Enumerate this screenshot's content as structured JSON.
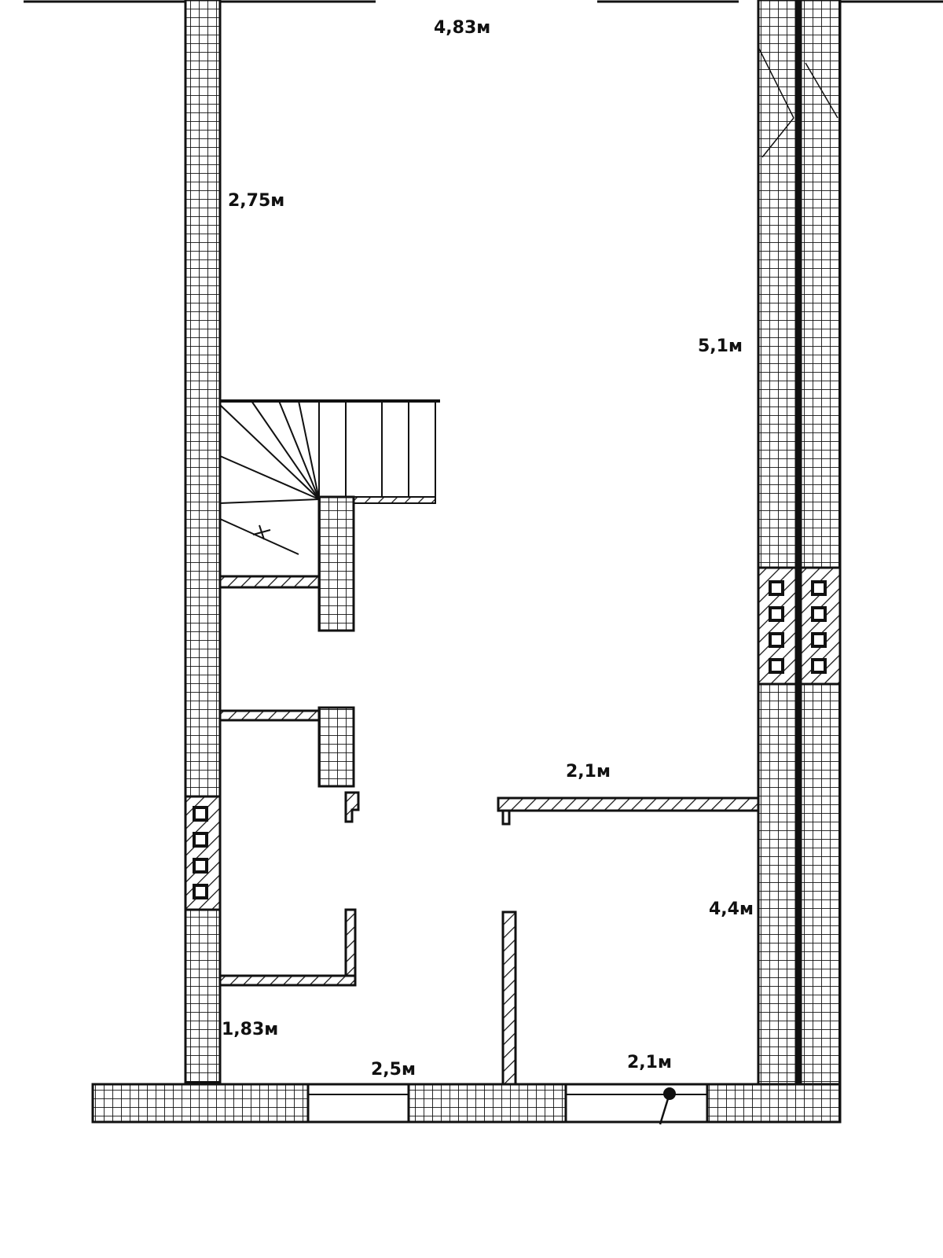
{
  "plan": {
    "dimensions": {
      "top_width": "4,83м",
      "left_upper_height": "2,75м",
      "right_upper_height": "5,1м",
      "partition_width": "2,1м",
      "right_lower_height": "4,4м",
      "left_bottom_height": "1,83м",
      "bottom_left_width": "2,5м",
      "bottom_right_width": "2,1м"
    },
    "colors": {
      "line": "#111111",
      "background": "#ffffff"
    }
  }
}
